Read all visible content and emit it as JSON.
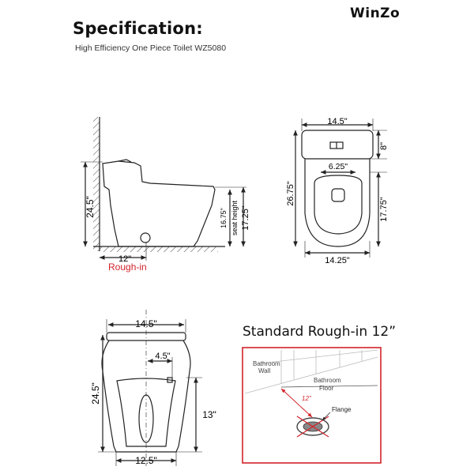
{
  "header": {
    "brand": "WinZo",
    "title": "Specification:",
    "subtitle": "High Efficiency One Piece Toilet WZ5080"
  },
  "side_view": {
    "height": "24.5\"",
    "seat_height_value": "16.75\"",
    "seat_height_caption": "seat height",
    "seat_height_total": "17.25\"",
    "rough_in_value": "12\"",
    "rough_in_label": "Rough-in"
  },
  "top_view": {
    "tank_width": "14.5\"",
    "tank_depth": "8\"",
    "flush_width": "6.25\"",
    "total_length": "26.75\"",
    "bowl_length": "17.75\"",
    "base_width": "14.25\""
  },
  "front_view": {
    "top_width": "14.5\"",
    "inner_width": "4.5\"",
    "height": "24.5\"",
    "mid_height": "13\"",
    "base_width": "12.5\""
  },
  "rough_in_panel": {
    "title": "Standard Rough-in 12”",
    "wall_label": [
      "Bathroom",
      "Wall"
    ],
    "floor_label": [
      "Bathroom",
      "Floor"
    ],
    "distance": "12\"",
    "flange": "Flange"
  },
  "colors": {
    "accent_red": "#d2232a",
    "line": "#222222"
  }
}
